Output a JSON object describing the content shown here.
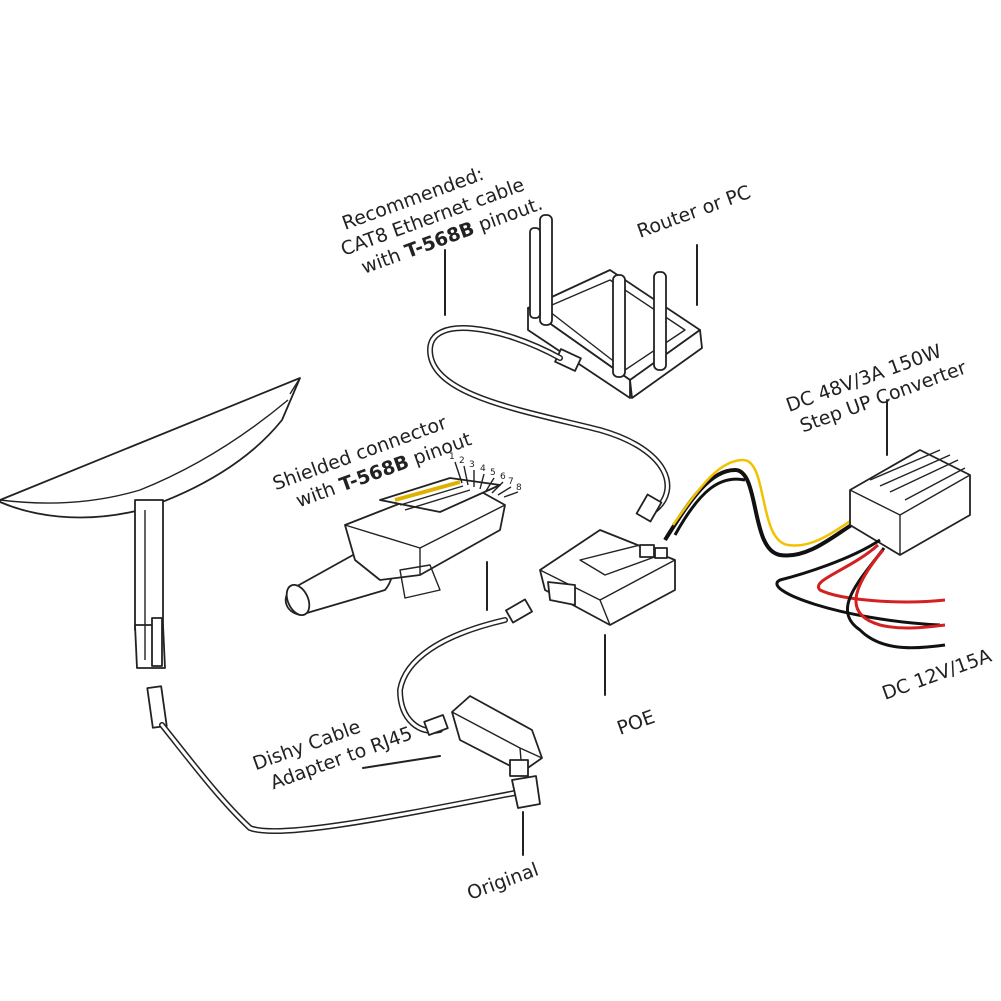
{
  "labels": {
    "recommended": {
      "line1": "Recommended:",
      "line2": "CAT8 Ethernet cable",
      "line3_pre": "with ",
      "line3_bold": "T-568B",
      "line3_post": " pinout."
    },
    "router": "Router or PC",
    "converter": {
      "line1": "DC 48V/3A 150W",
      "line2": "Step UP Converter"
    },
    "shielded": {
      "line1": "Shielded connector",
      "line2_pre": "with ",
      "line2_bold": "T-568B",
      "line2_post": " pinout"
    },
    "pins": [
      "1",
      "2",
      "3",
      "4",
      "5",
      "6",
      "7",
      "8"
    ],
    "poe": "POE",
    "dc_input": "DC 12V/15A",
    "dishy": {
      "line1": "Dishy Cable",
      "line2": "Adapter to RJ45"
    },
    "original": "Original"
  },
  "colors": {
    "outline": "#222222",
    "yellow_wire": "#f2c200",
    "red_wire": "#d42020",
    "black_wire": "#111111",
    "pin_highlight": "#e0b000"
  },
  "components": [
    "satellite-dish",
    "router",
    "poe-injector",
    "step-up-converter",
    "rj45-shielded-connector",
    "dishy-adapter"
  ]
}
